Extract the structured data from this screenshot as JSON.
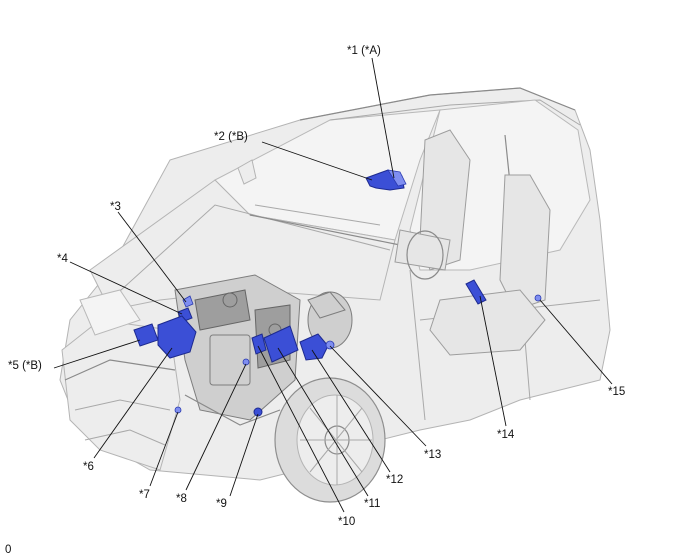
{
  "figure_code": "0",
  "callouts": [
    {
      "id": "c1",
      "label": "*1 (*A)"
    },
    {
      "id": "c2",
      "label": "*2 (*B)"
    },
    {
      "id": "c3",
      "label": "*3"
    },
    {
      "id": "c4",
      "label": "*4"
    },
    {
      "id": "c5",
      "label": "*5 (*B)"
    },
    {
      "id": "c6",
      "label": "*6"
    },
    {
      "id": "c7",
      "label": "*7"
    },
    {
      "id": "c8",
      "label": "*8"
    },
    {
      "id": "c9",
      "label": "*9"
    },
    {
      "id": "c10",
      "label": "*10"
    },
    {
      "id": "c11",
      "label": "*11"
    },
    {
      "id": "c12",
      "label": "*12"
    },
    {
      "id": "c13",
      "label": "*13"
    },
    {
      "id": "c14",
      "label": "*14"
    },
    {
      "id": "c15",
      "label": "*15"
    }
  ],
  "colors": {
    "highlight_part": "#3b4fd6",
    "vehicle_body": "#ededed",
    "leader_line": "#111111"
  }
}
